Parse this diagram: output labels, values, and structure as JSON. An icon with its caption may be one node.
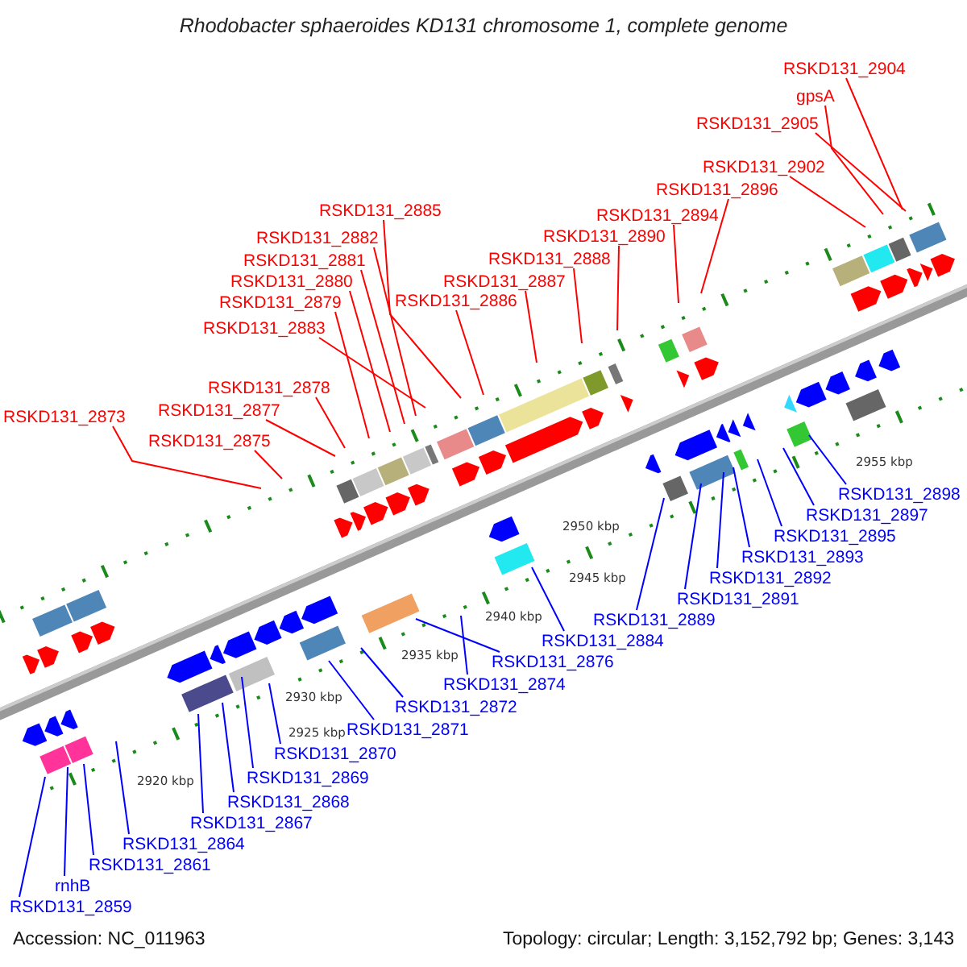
{
  "diagram": {
    "title": "Rhodobacter sphaeroides KD131 chromosome 1, complete genome",
    "nodes": [
      {
        "text": [
          "RSKD131_2904"
        ]
      },
      {
        "text": [
          "gpsA"
        ]
      },
      {
        "text": [
          "RSKD131_2905"
        ]
      },
      {
        "text": [
          "RSKD131_2902"
        ]
      },
      {
        "text": [
          "RSKD131_2896"
        ]
      },
      {
        "text": [
          "RSKD131_2894"
        ]
      },
      {
        "text": [
          "RSKD131_2890"
        ]
      },
      {
        "text": [
          "RSKD131_2888"
        ]
      },
      {
        "text": [
          "RSKD131_2887"
        ]
      },
      {
        "text": [
          "RSKD131_2885"
        ]
      },
      {
        "text": [
          "RSKD131_2882"
        ]
      },
      {
        "text": [
          "RSKD131_2881"
        ]
      },
      {
        "text": [
          "RSKD131_2880"
        ]
      },
      {
        "text": [
          "RSKD131_2886"
        ]
      },
      {
        "text": [
          "RSKD131_2879"
        ]
      },
      {
        "text": [
          "RSKD131_2883"
        ]
      },
      {
        "text": [
          "RSKD131_2878"
        ]
      },
      {
        "text": [
          "RSKD131_2877"
        ]
      },
      {
        "text": [
          "RSKD131_2873"
        ]
      },
      {
        "text": [
          "RSKD131_2875"
        ]
      },
      {
        "text": [
          "RSKD131_2898"
        ]
      },
      {
        "text": [
          "RSKD131_2897"
        ]
      },
      {
        "text": [
          "RSKD131_2895"
        ]
      },
      {
        "text": [
          "RSKD131_2893"
        ]
      },
      {
        "text": [
          "RSKD131_2892"
        ]
      },
      {
        "text": [
          "RSKD131_2891"
        ]
      },
      {
        "text": [
          "RSKD131_2889"
        ]
      },
      {
        "text": [
          "RSKD131_2884"
        ]
      },
      {
        "text": [
          "RSKD131_2876"
        ]
      },
      {
        "text": [
          "RSKD131_2874"
        ]
      },
      {
        "text": [
          "RSKD131_2872"
        ]
      },
      {
        "text": [
          "RSKD131_2871"
        ]
      },
      {
        "text": [
          "RSKD131_2870"
        ]
      },
      {
        "text": [
          "RSKD131_2869"
        ]
      },
      {
        "text": [
          "RSKD131_2868"
        ]
      },
      {
        "text": [
          "RSKD131_2867"
        ]
      },
      {
        "text": [
          "RSKD131_2864"
        ]
      },
      {
        "text": [
          "RSKD131_2861"
        ]
      },
      {
        "text": [
          "rnhB"
        ]
      },
      {
        "text": [
          "RSKD131_2859"
        ]
      }
    ],
    "edges": [
      {
        "from": 0,
        "to": null,
        "arrow": "none"
      },
      {
        "from": 1,
        "to": null,
        "arrow": "none"
      },
      {
        "from": 2,
        "to": null,
        "arrow": "none"
      },
      {
        "from": 3,
        "to": null,
        "arrow": "none"
      },
      {
        "from": 4,
        "to": null,
        "arrow": "none"
      },
      {
        "from": 5,
        "to": null,
        "arrow": "none"
      },
      {
        "from": 6,
        "to": null,
        "arrow": "none"
      },
      {
        "from": 7,
        "to": null,
        "arrow": "none"
      },
      {
        "from": 8,
        "to": null,
        "arrow": "none"
      },
      {
        "from": 9,
        "to": null,
        "arrow": "none"
      },
      {
        "from": 10,
        "to": null,
        "arrow": "none"
      },
      {
        "from": 11,
        "to": null,
        "arrow": "none"
      },
      {
        "from": 12,
        "to": null,
        "arrow": "none"
      },
      {
        "from": 13,
        "to": null,
        "arrow": "none"
      },
      {
        "from": 14,
        "to": null,
        "arrow": "none"
      },
      {
        "from": 15,
        "to": null,
        "arrow": "none"
      },
      {
        "from": 16,
        "to": null,
        "arrow": "none"
      },
      {
        "from": 17,
        "to": null,
        "arrow": "none"
      },
      {
        "from": 18,
        "to": null,
        "arrow": "none"
      },
      {
        "from": 19,
        "to": null,
        "arrow": "none"
      },
      {
        "from": 20,
        "to": null,
        "arrow": "none",
        "color": "#0000ff"
      },
      {
        "from": 21,
        "to": null,
        "arrow": "none",
        "color": "#0000ff"
      },
      {
        "from": 22,
        "to": null,
        "arrow": "none",
        "color": "#0000ff"
      },
      {
        "from": 23,
        "to": null,
        "arrow": "none",
        "color": "#0000ff"
      },
      {
        "from": 24,
        "to": null,
        "arrow": "none",
        "color": "#0000ff"
      },
      {
        "from": 25,
        "to": null,
        "arrow": "none",
        "color": "#0000ff"
      },
      {
        "from": 26,
        "to": null,
        "arrow": "none",
        "color": "#0000ff"
      },
      {
        "from": 27,
        "to": null,
        "arrow": "none",
        "color": "#0000ff"
      },
      {
        "from": 28,
        "to": null,
        "arrow": "none",
        "color": "#0000ff"
      },
      {
        "from": 29,
        "to": null,
        "arrow": "none",
        "color": "#0000ff"
      },
      {
        "from": 30,
        "to": null,
        "arrow": "none",
        "color": "#0000ff"
      },
      {
        "from": 31,
        "to": null,
        "arrow": "none",
        "color": "#0000ff"
      },
      {
        "from": 32,
        "to": null,
        "arrow": "none",
        "color": "#0000ff"
      },
      {
        "from": 33,
        "to": null,
        "arrow": "none",
        "color": "#0000ff"
      },
      {
        "from": 34,
        "to": null,
        "arrow": "none",
        "color": "#0000ff"
      },
      {
        "from": 35,
        "to": null,
        "arrow": "none",
        "color": "#0000ff"
      },
      {
        "from": 36,
        "to": null,
        "arrow": "none",
        "color": "#0000ff"
      },
      {
        "from": 37,
        "to": null,
        "arrow": "none",
        "color": "#0000ff"
      },
      {
        "from": 38,
        "to": null,
        "arrow": "none",
        "color": "#0000ff"
      },
      {
        "from": 39,
        "to": null,
        "arrow": "none",
        "color": "#0000ff"
      }
    ],
    "labels": [
      "2955 kbp",
      "2950 kbp",
      "2945 kbp",
      "2940 kbp",
      "2935 kbp",
      "2930 kbp",
      "2925 kbp",
      "2920 kbp",
      "Accession: NC_011963",
      "Topology: circular; Length: 3,152,792 bp; Genes: 3,143"
    ]
  }
}
